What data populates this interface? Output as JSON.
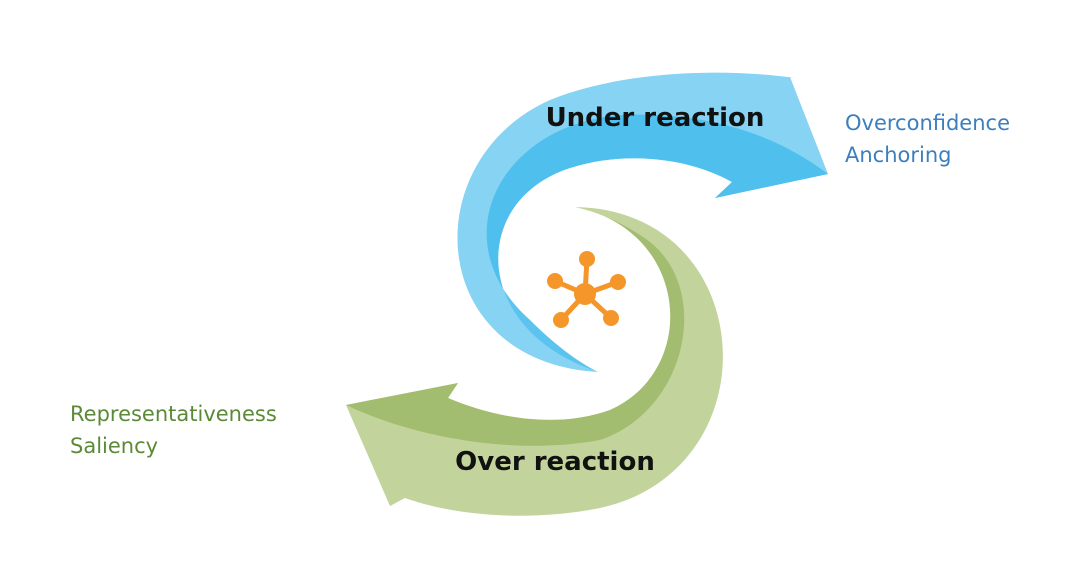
{
  "diagram": {
    "top_arrow": {
      "label": "Under reaction",
      "color_light": "#86d3f3",
      "color_dark": "#49bdec"
    },
    "bottom_arrow": {
      "label": "Over reaction",
      "color_light": "#c2d49c",
      "color_dark": "#9fba6a"
    },
    "center_icon": {
      "name": "network-hub-icon",
      "color": "#f4962a"
    },
    "right_list": {
      "color": "#3c7fbe",
      "items": [
        "Overconfidence",
        "Anchoring"
      ]
    },
    "left_list": {
      "color": "#5b8a37",
      "items": [
        "Representativeness",
        "Saliency"
      ]
    }
  }
}
